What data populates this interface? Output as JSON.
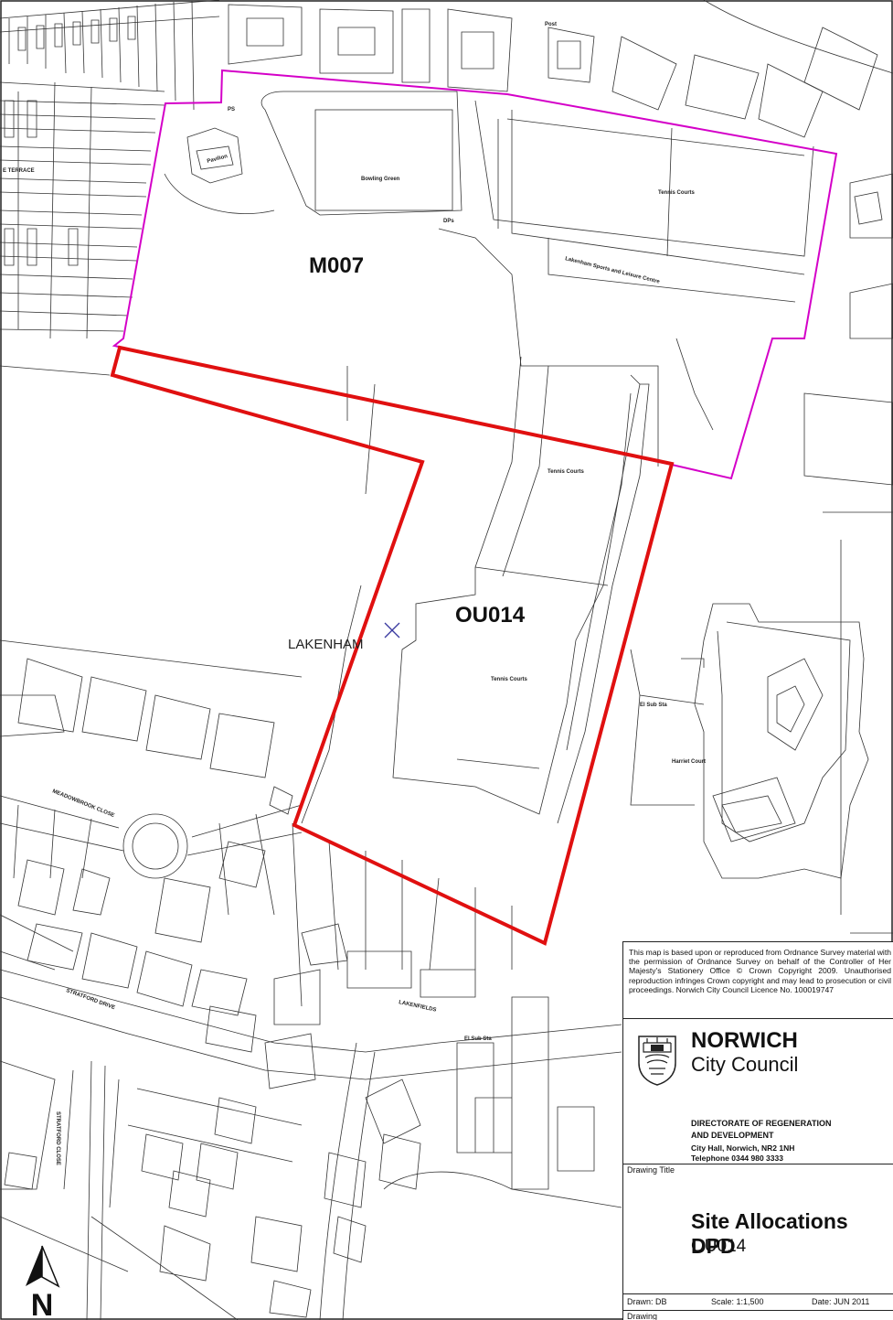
{
  "map": {
    "sites": [
      {
        "code": "M007",
        "boundary_color": "#d400c8"
      },
      {
        "code": "OU014",
        "boundary_color": "#e01010"
      }
    ],
    "place_name": "LAKENHAM",
    "feature_labels": {
      "bowling_green": "Bowling Green",
      "tennis_courts": "Tennis Courts",
      "sports_centre": "Lakenham Sports and Leisure Centre",
      "pavilion": "Pavilion",
      "ps": "PS",
      "dps": "DPs",
      "el_sub_sta": "El Sub Sta",
      "harriet_court": "Harriet Court",
      "post": "Post"
    },
    "street_labels": {
      "meadowbrook_close": "MEADOWBROOK CLOSE",
      "stratford_drive": "STRATFORD DRIVE",
      "lakenfields": "LAKENFIELDS",
      "terrace": "E TERRACE",
      "crescent": "STRATFORD CLOSE"
    },
    "north_letter": "N"
  },
  "titleblock": {
    "copyright_text": "This map is based upon or reproduced from Ordnance Survey material with the permission of Ordnance Survey on behalf of the Controller of Her Majesty's Stationery Office © Crown Copyright 2009. Unauthorised reproduction infringes Crown copyright and may lead to prosecution or civil proceedings. Norwich City Council Licence No. 100019747",
    "council_name": "NORWICH",
    "council_subname": "City Council",
    "directorate_line1": "DIRECTORATE OF REGENERATION",
    "directorate_line2": "AND DEVELOPMENT",
    "address_line1": "City Hall, Norwich, NR2 1NH",
    "address_line2": "Telephone 0344 980 3333",
    "drawing_title_label": "Drawing Title",
    "drawing_title_line1": "Site Allocations DPD",
    "drawing_title_line2": "OU014",
    "drawn": "Drawn: DB",
    "scale": "Scale: 1:1,500",
    "date": "Date: JUN 2011",
    "drawing_no_label": "Drawing No."
  }
}
